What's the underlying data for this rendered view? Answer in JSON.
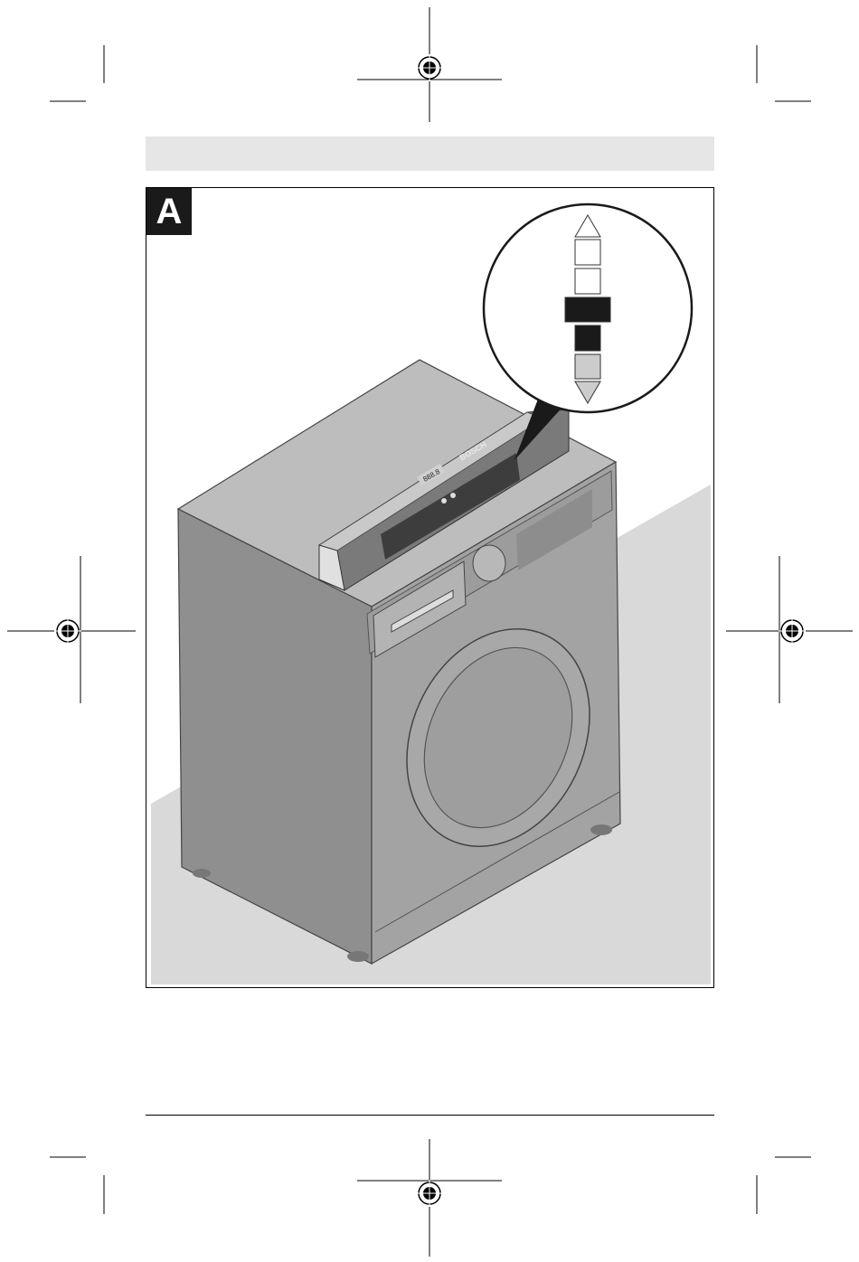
{
  "figure": {
    "label": "A"
  },
  "level_tool": {
    "brand": "BOSCH",
    "display_text": "888.8"
  },
  "level_indicator": {
    "segments": [
      {
        "shape": "triangle-up",
        "state": "off"
      },
      {
        "shape": "square",
        "state": "off"
      },
      {
        "shape": "square",
        "state": "off"
      },
      {
        "shape": "wide-bar",
        "state": "on"
      },
      {
        "shape": "square",
        "state": "on"
      },
      {
        "shape": "square",
        "state": "dim"
      },
      {
        "shape": "triangle-down",
        "state": "dim"
      }
    ]
  },
  "colors": {
    "appliance": "#9a9a9a",
    "floor": "#d9d9d9",
    "header_bar": "#e6e6e6",
    "indicator_on": "#1a1a1a",
    "indicator_dim": "#cccccc"
  },
  "icons": [
    "registration-mark-icon",
    "crop-mark-icon"
  ]
}
